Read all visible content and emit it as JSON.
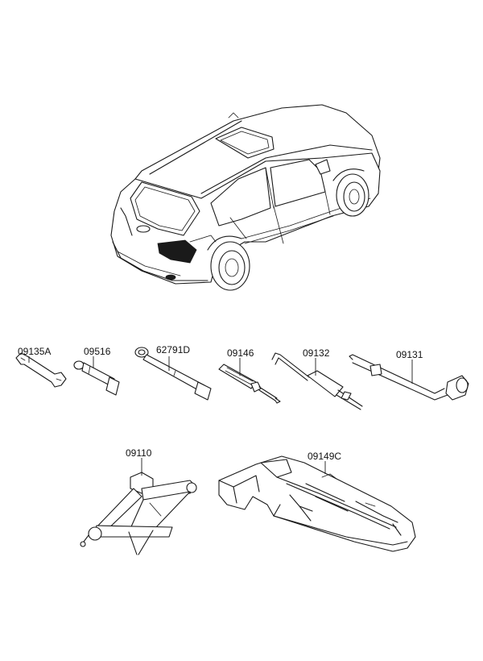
{
  "parts": [
    {
      "id": "wrench",
      "label": "09135A"
    },
    {
      "id": "socket-extension",
      "label": "09516"
    },
    {
      "id": "tow-hook",
      "label": "62791D"
    },
    {
      "id": "screwdriver",
      "label": "09146"
    },
    {
      "id": "jack-handle",
      "label": "09132"
    },
    {
      "id": "lug-wrench",
      "label": "09131"
    },
    {
      "id": "scissor-jack",
      "label": "09110"
    },
    {
      "id": "tool-tray",
      "label": "09149C"
    }
  ]
}
